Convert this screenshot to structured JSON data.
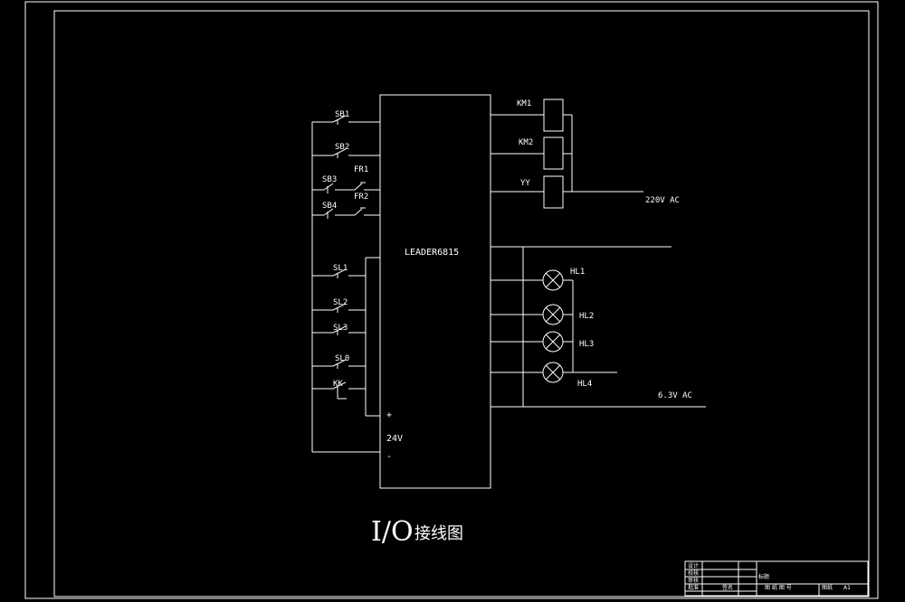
{
  "controller": {
    "name": "LEADER6815",
    "supply_plus": "+",
    "supply_voltage": "24V",
    "supply_minus": "-"
  },
  "inputs": {
    "sb1": "SB1",
    "sb2": "SB2",
    "sb3": "SB3",
    "sb4": "SB4",
    "fr1": "FR1",
    "fr2": "FR2",
    "sl1": "SL1",
    "sl2": "SL2",
    "sl3": "SL3",
    "sl0": "SL0",
    "kk": "KK"
  },
  "outputs": {
    "km1": "KM1",
    "km2": "KM2",
    "yy": "YY",
    "hl1": "HL1",
    "hl2": "HL2",
    "hl3": "HL3",
    "hl4": "HL4"
  },
  "supplies": {
    "ac220": "220V AC",
    "ac63": "6.3V AC"
  },
  "title": {
    "main": "I/O",
    "sub": "接线图"
  },
  "title_block": {
    "design": "设计",
    "check": "校核",
    "review": "审核",
    "approve": "批准",
    "sign": "签名",
    "mark": "标题",
    "dept": "图 纸 图 号",
    "sheet": "图纸",
    "size": "A1"
  }
}
